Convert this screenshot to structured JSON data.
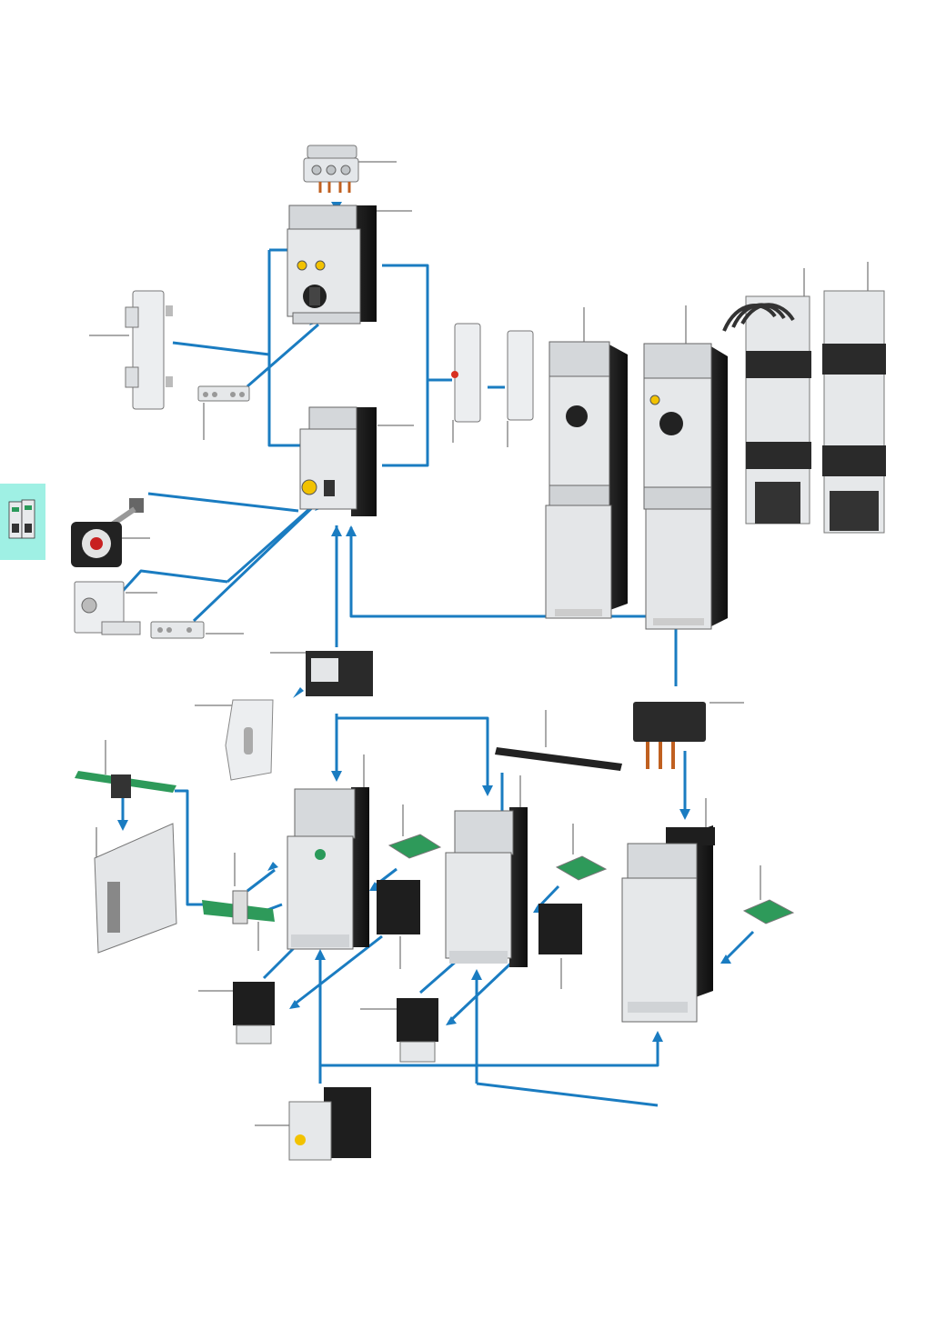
{
  "page": {
    "background": "#ffffff",
    "side_tab": {
      "color": "#9ff0e4",
      "icon": "motor-starter-thumbnail-icon"
    }
  },
  "diagram": {
    "connector_color": "#1a7cc1",
    "leader_color": "#555555",
    "device_light": "#e4e6e8",
    "device_dark": "#1b1b1b",
    "pcb_green": "#2e9a5a",
    "dial_yellow": "#f2c200",
    "components": [
      {
        "id": "terminal-block-top",
        "icon": "terminal-block-icon"
      },
      {
        "id": "motor-protective-switch-large",
        "icon": "motor-protective-switch-icon"
      },
      {
        "id": "auxiliary-contact-side",
        "icon": "auxiliary-contact-icon"
      },
      {
        "id": "aux-contact-front-small",
        "icon": "auxiliary-contact-icon"
      },
      {
        "id": "motor-protective-switch-small",
        "icon": "motor-protective-switch-icon"
      },
      {
        "id": "trip-indicating-contact",
        "icon": "auxiliary-contact-icon"
      },
      {
        "id": "shunt-release",
        "icon": "auxiliary-contact-icon"
      },
      {
        "id": "motor-starter-combination-1",
        "icon": "motor-starter-icon"
      },
      {
        "id": "motor-starter-combination-2",
        "icon": "motor-starter-icon"
      },
      {
        "id": "busbar-adapter-cabled",
        "icon": "busbar-adapter-icon"
      },
      {
        "id": "busbar-adapter-plain",
        "icon": "busbar-adapter-icon"
      },
      {
        "id": "door-coupling-handle",
        "icon": "rotary-handle-icon"
      },
      {
        "id": "padlock-adapter",
        "icon": "padlock-icon"
      },
      {
        "id": "aux-contact-front-lower",
        "icon": "auxiliary-contact-icon"
      },
      {
        "id": "link-module",
        "icon": "connector-icon"
      },
      {
        "id": "mechanical-support-plate",
        "icon": "support-plate-icon"
      },
      {
        "id": "data-connector-pcb",
        "icon": "pcb-icon"
      },
      {
        "id": "power-supply-module",
        "icon": "power-supply-icon"
      },
      {
        "id": "pcb-connector-middle",
        "icon": "pcb-icon"
      },
      {
        "id": "soft-starter-small",
        "icon": "soft-starter-icon"
      },
      {
        "id": "soft-starter-medium",
        "icon": "soft-starter-icon"
      },
      {
        "id": "soft-starter-large",
        "icon": "soft-starter-icon"
      },
      {
        "id": "comm-module-1",
        "icon": "communication-module-icon"
      },
      {
        "id": "comm-module-2",
        "icon": "communication-module-icon"
      },
      {
        "id": "comm-module-3",
        "icon": "communication-module-icon"
      },
      {
        "id": "terminal-adapter-1",
        "icon": "terminal-adapter-icon"
      },
      {
        "id": "terminal-adapter-2",
        "icon": "terminal-adapter-icon"
      },
      {
        "id": "three-phase-busbar",
        "icon": "busbar-icon"
      },
      {
        "id": "phase-adapter-plug",
        "icon": "plug-adapter-icon"
      },
      {
        "id": "overload-relay-left",
        "icon": "overload-relay-icon"
      },
      {
        "id": "overload-relay-middle",
        "icon": "overload-relay-icon"
      },
      {
        "id": "thermal-overload-relay-bottom",
        "icon": "overload-relay-icon"
      }
    ]
  }
}
